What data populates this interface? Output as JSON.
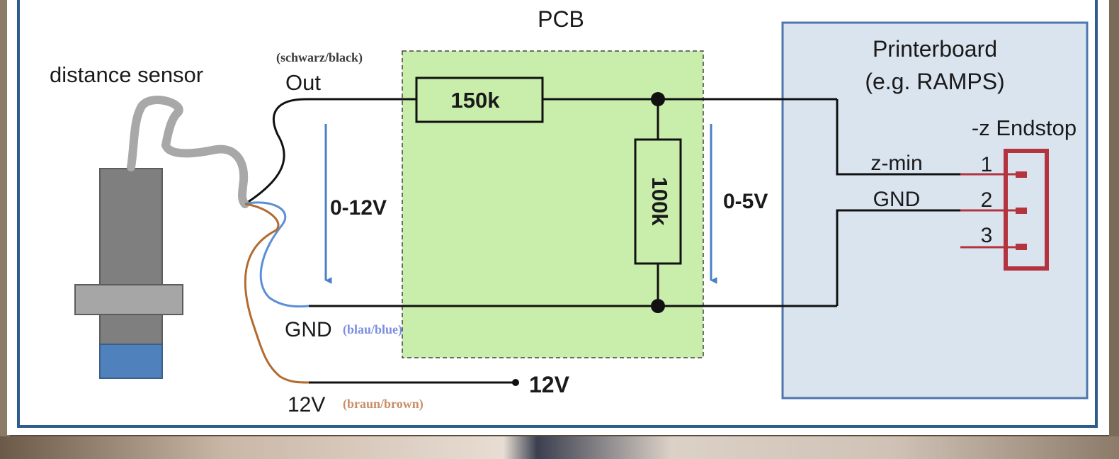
{
  "pcb_title": "PCB",
  "sensor_label": "distance sensor",
  "wires": {
    "out": {
      "pin": "Out",
      "color_note": "(schwarz/black)",
      "color": "#000000"
    },
    "gnd": {
      "pin": "GND",
      "color_note": "(blau/blue)",
      "color": "#5b8fd6"
    },
    "v12": {
      "pin": "12V",
      "color_note": "(braun/brown)",
      "color": "#b36a2e"
    }
  },
  "supply_label": "12V",
  "resistors": {
    "top": "150k",
    "shunt": "100k"
  },
  "voltages": {
    "input": "0-12V",
    "output": "0-5V"
  },
  "board": {
    "title_line1": "Printerboard",
    "title_line2": "(e.g. RAMPS)",
    "connector_title": "-z Endstop",
    "signal_labels": [
      "z-min",
      "GND"
    ],
    "pin_numbers": [
      "1",
      "2",
      "3"
    ]
  },
  "colors": {
    "pcb_fill": "#c9eeab",
    "board_fill": "#dae4ef",
    "board_border": "#4d76ad",
    "arrow": "#4a80c4",
    "connector": "#b3343f",
    "slide_border": "#2e5d8c"
  }
}
